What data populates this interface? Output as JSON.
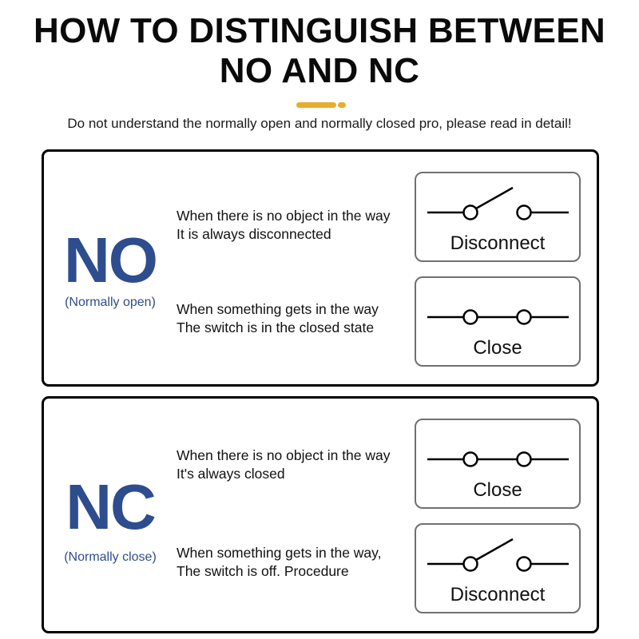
{
  "header": {
    "title_line1": "HOW TO DISTINGUISH BETWEEN",
    "title_line2": "NO AND NC",
    "subtitle": "Do not understand the normally open and normally closed pro, please read in detail!"
  },
  "colors": {
    "accent": "#E6AE2E",
    "label_blue": "#2E4D8F",
    "border": "#000000",
    "box_border": "#707070"
  },
  "sections": [
    {
      "label": "NO",
      "sublabel": "(Normally open)",
      "rows": [
        {
          "line1": "When there is no object in the way",
          "line2": "It is always disconnected",
          "switch_state": "open",
          "switch_label": "Disconnect"
        },
        {
          "line1": "When something gets in the way",
          "line2": "The switch is in the closed state",
          "switch_state": "closed",
          "switch_label": "Close"
        }
      ]
    },
    {
      "label": "NC",
      "sublabel": "(Normally close)",
      "rows": [
        {
          "line1": "When there is no object in the way",
          "line2": "It's always closed",
          "switch_state": "closed",
          "switch_label": "Close"
        },
        {
          "line1": "When something gets in the way,",
          "line2": "The switch is off. Procedure",
          "switch_state": "open",
          "switch_label": "Disconnect"
        }
      ]
    }
  ]
}
